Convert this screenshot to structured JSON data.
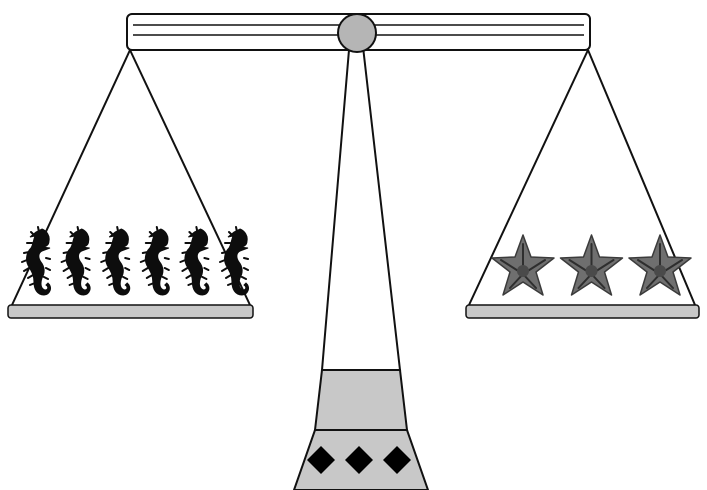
{
  "scale": {
    "beam_icon": "balance-beam",
    "pivot_icon": "pivot-knob",
    "stand_icon": "tapered-stand",
    "base_diamonds": 3
  },
  "left_pan": {
    "item_icon": "seahorse-icon",
    "count": 6
  },
  "right_pan": {
    "item_icon": "starfish-icon",
    "count": 3
  },
  "colors": {
    "line": "#111111",
    "fill_gray": "#c8c8c8",
    "knob": "#b5b5b5",
    "seahorse": "#0d0d0d",
    "starfish": "#6f6f6f"
  }
}
